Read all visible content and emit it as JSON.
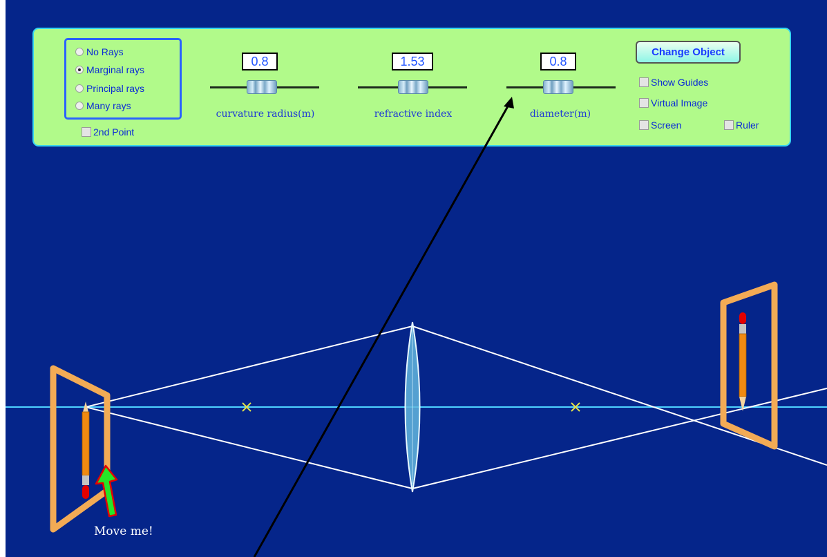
{
  "rays": {
    "options": [
      "No Rays",
      "Marginal rays",
      "Principal rays",
      "Many rays"
    ],
    "selected": "Marginal rays"
  },
  "second_point": {
    "label": "2nd Point",
    "checked": false
  },
  "sliders": {
    "curvature": {
      "label": "curvature radius(m)",
      "value": "0.8"
    },
    "refractive": {
      "label": "refractive index",
      "value": "1.53"
    },
    "diameter": {
      "label": "diameter(m)",
      "value": "0.8"
    }
  },
  "change_object": {
    "label": "Change Object"
  },
  "options": {
    "show_guides": {
      "label": "Show Guides",
      "checked": false
    },
    "virtual_image": {
      "label": "Virtual Image",
      "checked": false
    },
    "screen": {
      "label": "Screen",
      "checked": false
    },
    "ruler": {
      "label": "Ruler",
      "checked": false
    }
  },
  "scene": {
    "move_me": "Move me!"
  },
  "colors": {
    "background": "#05258a",
    "panel": "#b1fa8a",
    "panel_border": "#36d6ef",
    "axis": "#4fd3ff",
    "ray": "#ffffff",
    "focal_mark": "#e0e04a",
    "frame": "#f3ab55",
    "pencil": "#f08a12",
    "arrow": "#27e627",
    "text": "#0b2bd6"
  }
}
